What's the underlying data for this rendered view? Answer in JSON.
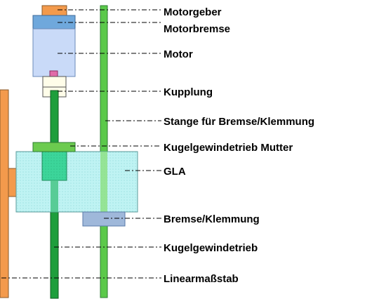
{
  "labels": {
    "motorgeber": "Motorgeber",
    "motorbremse": "Motorbremse",
    "motor": "Motor",
    "kupplung": "Kupplung",
    "stange": "Stange für Bremse/Klemmung",
    "mutter": "Kugelgewindetrieb Mutter",
    "gla": "GLA",
    "bremse": "Bremse/Klemmung",
    "kugelgewindetrieb": "Kugelgewindetrieb",
    "linearmassstab": "Linearmaßstab"
  },
  "colors": {
    "orange": "#F39A4C",
    "motorbremse_blue": "#6FA8DC",
    "motor_light_blue": "#C9DAF8",
    "pink": "#E06BA8",
    "spindle_green": "#1E9E3C",
    "rod_green": "#5BC94A",
    "nut_green": "#6CCB4F",
    "gla_cyan": "#BFF3F3",
    "brake_blue": "#9FB8DA"
  }
}
